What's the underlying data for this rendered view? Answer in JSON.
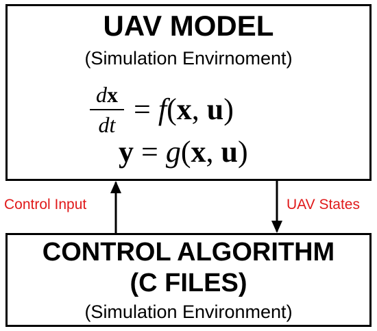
{
  "top_box": {
    "title": "UAV MODEL",
    "subtitle": "(Simulation Envirnoment)",
    "eq1": {
      "d": "d",
      "x": "x",
      "dt": "dt",
      "equals": "=",
      "f": "f",
      "args_open": "(",
      "arg_x": "x",
      "comma": ", ",
      "arg_u": "u",
      "args_close": ")"
    },
    "eq2": {
      "y": "y",
      "equals": "=",
      "g": "g",
      "args_open": "(",
      "arg_x": "x",
      "comma": ", ",
      "arg_u": "u",
      "args_close": ")"
    }
  },
  "bottom_box": {
    "title_line1": "CONTROL ALGORITHM",
    "title_line2": "(C FILES)",
    "subtitle": "(Simulation Environment)"
  },
  "arrows": {
    "left_label": "Control Input",
    "right_label": "UAV States",
    "label_color": "#e0191a",
    "line_color": "#000000"
  }
}
